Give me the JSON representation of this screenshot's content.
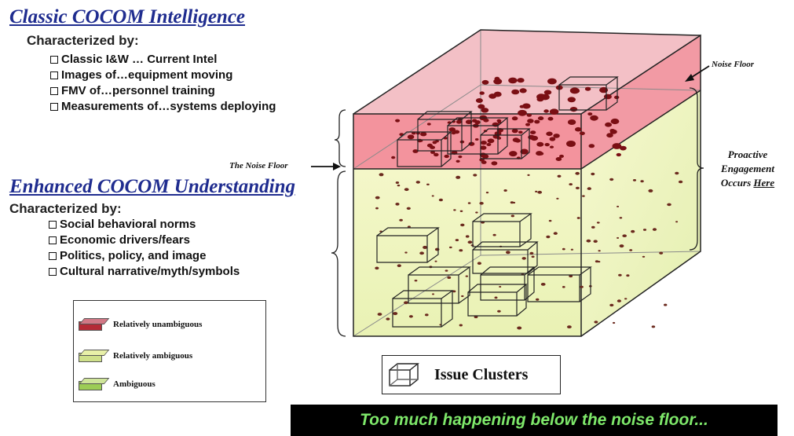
{
  "classic": {
    "title": "Classic COCOM Intelligence",
    "characterized": "Characterized by:",
    "bullets": [
      "Classic I&W … Current Intel",
      "Images of…equipment moving",
      "FMV of…personnel training",
      "Measurements of…systems deploying"
    ]
  },
  "enhanced": {
    "title": "Enhanced COCOM Understanding",
    "characterized": "Characterized by:",
    "bullets": [
      "Social behavioral norms",
      "Economic drivers/fears",
      "Politics, policy, and image",
      "Cultural narrative/myth/symbols"
    ]
  },
  "legend": {
    "items": [
      {
        "label": "Relatively unambiguous",
        "top": "#d27886",
        "front": "#b52a36"
      },
      {
        "label": "Relatively ambiguous",
        "top": "#e8f0a8",
        "front": "#cfe08a"
      },
      {
        "label": "Ambiguous",
        "top": "#cfe59a",
        "front": "#9ccc55"
      }
    ]
  },
  "callouts": {
    "noise_floor_right": "Noise Floor",
    "noise_floor_left": "The Noise Floor",
    "proactive_line1": "Proactive",
    "proactive_line2": "Engagement",
    "proactive_line3a": "Occurs ",
    "proactive_line3b": "Here"
  },
  "issue_clusters_label": "Issue Clusters",
  "banner": "Too much happening below the noise floor...",
  "colors": {
    "title": "#1f2c8f",
    "red_layer": "#f6a3ac",
    "yellow_layer": "#f5f7c8",
    "banner_text": "#7ee86a",
    "dot_dark": "#7a0f14",
    "dot_light": "#6b2a1e"
  }
}
